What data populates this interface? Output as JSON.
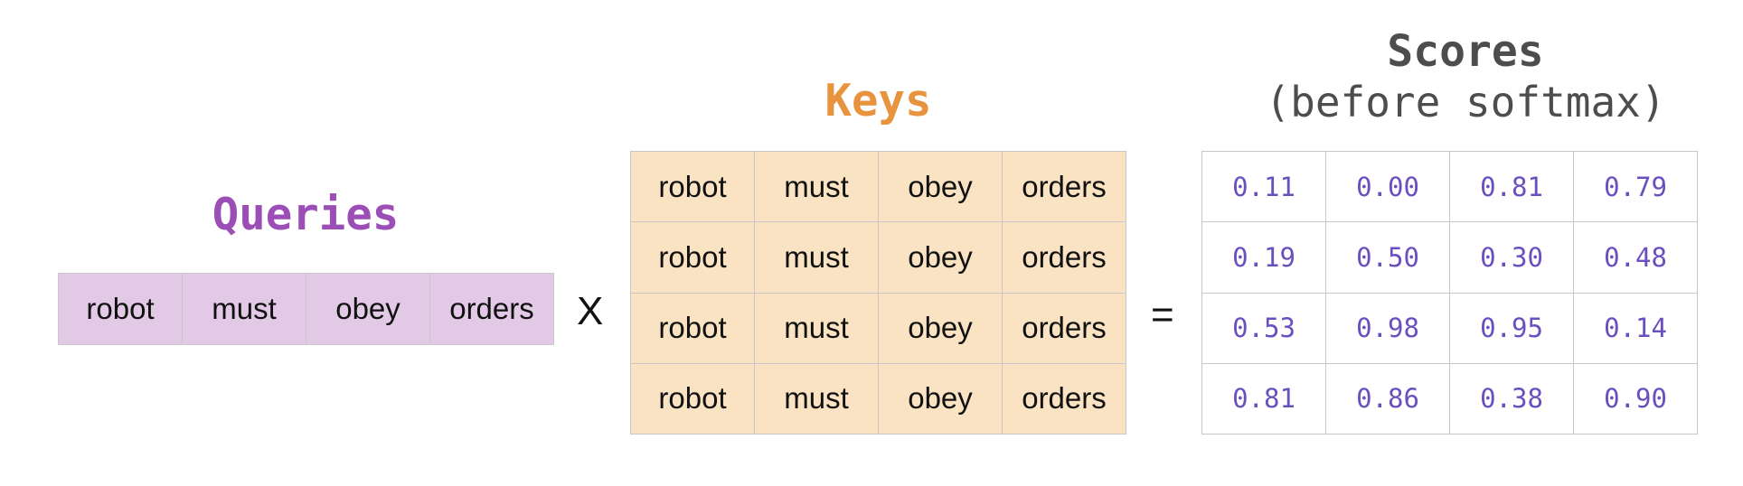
{
  "queries": {
    "title": "Queries",
    "words": [
      "robot",
      "must",
      "obey",
      "orders"
    ]
  },
  "operators": {
    "multiply": "X",
    "equals": "="
  },
  "keys": {
    "title": "Keys",
    "rows": [
      [
        "robot",
        "must",
        "obey",
        "orders"
      ],
      [
        "robot",
        "must",
        "obey",
        "orders"
      ],
      [
        "robot",
        "must",
        "obey",
        "orders"
      ],
      [
        "robot",
        "must",
        "obey",
        "orders"
      ]
    ]
  },
  "scores": {
    "title": "Scores",
    "subtitle": "(before softmax)",
    "rows": [
      [
        "0.11",
        "0.00",
        "0.81",
        "0.79"
      ],
      [
        "0.19",
        "0.50",
        "0.30",
        "0.48"
      ],
      [
        "0.53",
        "0.98",
        "0.95",
        "0.14"
      ],
      [
        "0.81",
        "0.86",
        "0.38",
        "0.90"
      ]
    ]
  },
  "colors": {
    "queries_title": "#9b4fb6",
    "queries_fill": "#e2c9e5",
    "keys_title": "#e8943f",
    "keys_fill": "#fae3c3",
    "scores_title": "#4d4d4d",
    "scores_text": "#6a4fbf",
    "grid_border": "#c8c8c8"
  }
}
